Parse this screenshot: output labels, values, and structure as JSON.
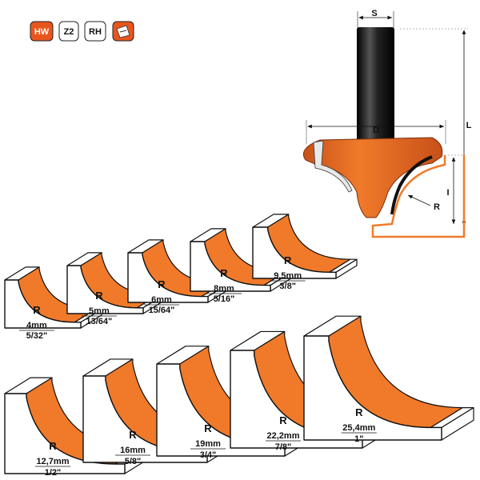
{
  "badges": [
    {
      "label": "HW",
      "fill": "#e8561e",
      "text_color": "#ffffff"
    },
    {
      "label": "Z2",
      "fill": "#ffffff",
      "text_color": "#111111"
    },
    {
      "label": "RH",
      "fill": "#ffffff",
      "text_color": "#111111"
    },
    {
      "label": "",
      "fill": "#e8561e",
      "text_color": "#ffffff",
      "icon": "bearing-icon"
    }
  ],
  "bit_diagram": {
    "shank_label": "S",
    "diameter_label": "D",
    "length_label": "L",
    "cut_height_label": "I",
    "radius_label": "R"
  },
  "profiles_top": [
    {
      "r": "R",
      "metric": "4mm",
      "imperial": "5/32\""
    },
    {
      "r": "R",
      "metric": "5mm",
      "imperial": "13/64\""
    },
    {
      "r": "R",
      "metric": "6mm",
      "imperial": "15/64\""
    },
    {
      "r": "R",
      "metric": "8mm",
      "imperial": "5/16\""
    },
    {
      "r": "R",
      "metric": "9,5mm",
      "imperial": "3/8\""
    }
  ],
  "profiles_bottom": [
    {
      "r": "R",
      "metric": "12,7mm",
      "imperial": "1/2\""
    },
    {
      "r": "R",
      "metric": "16mm",
      "imperial": "5/8\""
    },
    {
      "r": "R",
      "metric": "19mm",
      "imperial": "3/4\""
    },
    {
      "r": "R",
      "metric": "22,2mm",
      "imperial": "7/8\""
    },
    {
      "r": "R",
      "metric": "25,4mm",
      "imperial": "1\""
    }
  ],
  "colors": {
    "orange": "#f07a2a",
    "orange_dark": "#c8551a",
    "outline": "#111111",
    "shank": "#1a1a1a"
  }
}
